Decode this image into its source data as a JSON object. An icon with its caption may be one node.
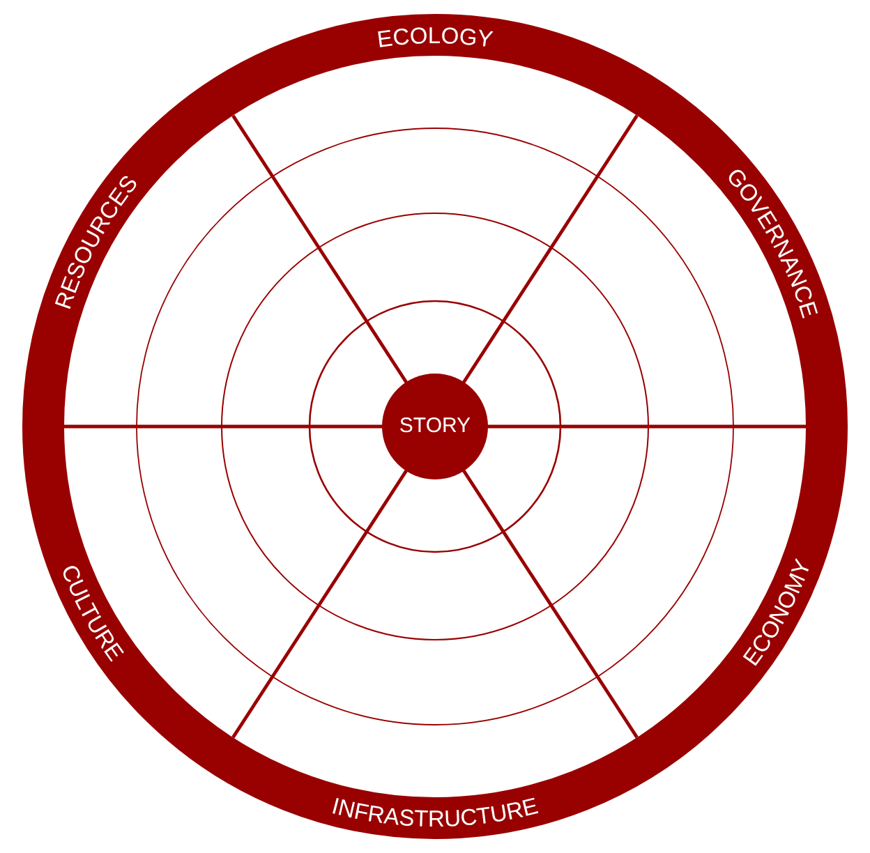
{
  "diagram": {
    "nodes": [
      {
        "text": [
          "STORY"
        ]
      }
    ],
    "labels": [
      "ECOLOGY",
      "GOVERNANCE",
      "ECONOMY",
      "INFRASTRUCTURE",
      "CULTURE",
      "RESOURCES"
    ]
  }
}
